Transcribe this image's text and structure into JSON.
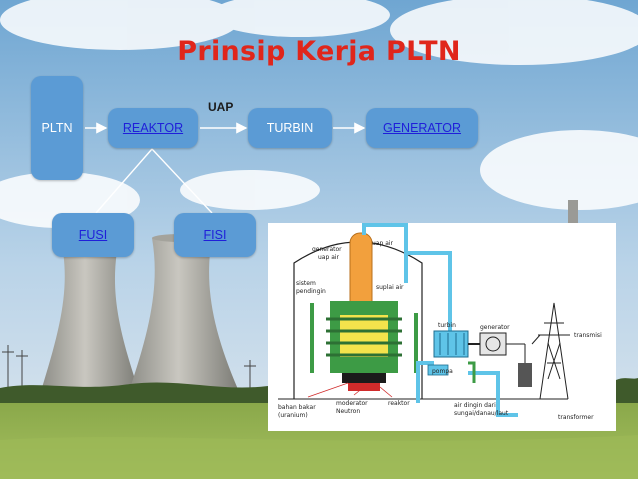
{
  "title": "Prinsip Kerja PLTN",
  "flow": {
    "pltn": "PLTN",
    "reaktor": "REAKTOR",
    "uap": "UAP",
    "turbin": "TURBIN",
    "generator": "GENERATOR",
    "fusi": "FUSI",
    "fisi": "FISI"
  },
  "plant_labels": {
    "generator_uap_air": [
      "generator",
      "uap air"
    ],
    "uap_air": "uap air",
    "sistem_pendingin": [
      "sistem",
      "pendingin"
    ],
    "suplai_air": "suplai air",
    "turbin": "turbin",
    "generator": "generator",
    "transmisi": "transmisi",
    "pompa": "pompa",
    "bahan_bakar": [
      "bahan bakar",
      "(uranium)"
    ],
    "moderator": [
      "moderator",
      "Neutron"
    ],
    "reaktor": "reaktor",
    "air_dingin": [
      "air dingin dari",
      "sungai/danau/laut"
    ],
    "transformer": "transformer"
  },
  "colors": {
    "title": "#e0261b",
    "box": "#5b9bd5",
    "link_text": "#1f1fd9",
    "steam": "#5fc4e8",
    "coolant": "#3d9b45",
    "fuel": "#f2a03d"
  }
}
